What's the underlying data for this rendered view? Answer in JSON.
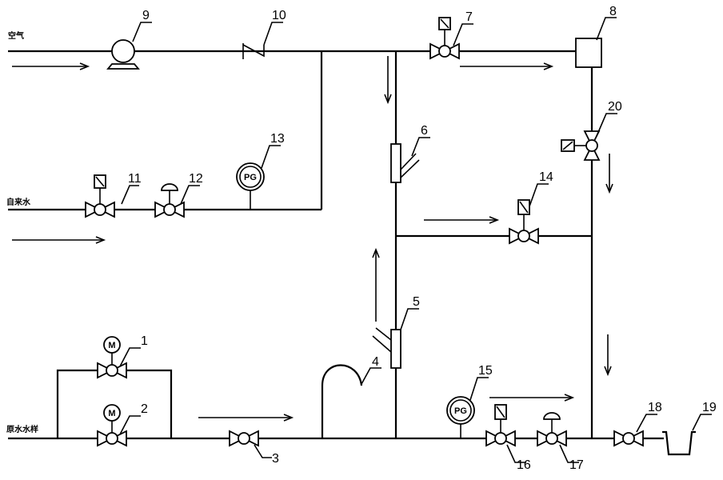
{
  "inlets": {
    "air": "空气",
    "tap_water": "自来水",
    "source_water": "原水水样"
  },
  "gauge_label": "PG",
  "motor_label": "M",
  "component_numbers": {
    "c1": "1",
    "c2": "2",
    "c3": "3",
    "c4": "4",
    "c5": "5",
    "c6": "6",
    "c7": "7",
    "c8": "8",
    "c9": "9",
    "c10": "10",
    "c11": "11",
    "c12": "12",
    "c13": "13",
    "c14": "14",
    "c15": "15",
    "c16": "16",
    "c17": "17",
    "c18": "18",
    "c19": "19",
    "c20": "20"
  }
}
